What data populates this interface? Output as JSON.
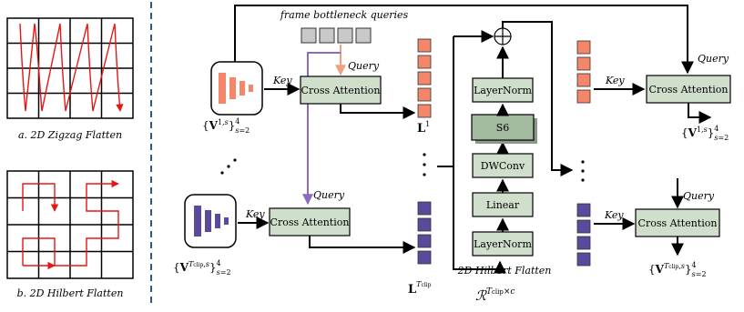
{
  "left_panel": {
    "zigzag_caption": "a. 2D Zigzag Flatten",
    "hilbert_caption": "b. 2D Hilbert Flatten"
  },
  "top": {
    "bottleneck_label": "frame bottleneck queries",
    "query_label": "Query",
    "key_label": "Key",
    "cross_attention": "Cross Attention",
    "feature_set": "{V^{1,s}}_{s=2}^4",
    "output_L": "L^1"
  },
  "bottom": {
    "query_label": "Query",
    "key_label": "Key",
    "cross_attention": "Cross Attention",
    "feature_set": "{V^{T_clip,s}}_{s=2}^4",
    "output_L": "L^{T_clip}"
  },
  "mamba_block": {
    "layers": [
      "LayerNorm",
      "Linear",
      "DWConv",
      "S6",
      "LayerNorm"
    ],
    "caption": "2D Hilbert Flatten",
    "tensor_shape": "R^{T_clip × c}"
  },
  "right": {
    "top_key": "Key",
    "top_query": "Query",
    "top_cross_attention": "Cross Attention",
    "top_feature_set": "{V^{1,s}}_{s=2}^4",
    "bottom_key": "Key",
    "bottom_query": "Query",
    "bottom_cross_attention": "Cross Attention",
    "bottom_feature_set": "{V^{T_clip,s}}_{s=2}^4"
  },
  "colors": {
    "salmon": "#f4876a",
    "purple": "#5b4a9b",
    "green_box": "#cfdfcb",
    "gray_query": "#c8c8c8",
    "dash_blue": "#2d5b86",
    "red_path": "#e81515",
    "query_arrow_orange": "#f0a080",
    "query_arrow_purple": "#8a6bc0"
  }
}
